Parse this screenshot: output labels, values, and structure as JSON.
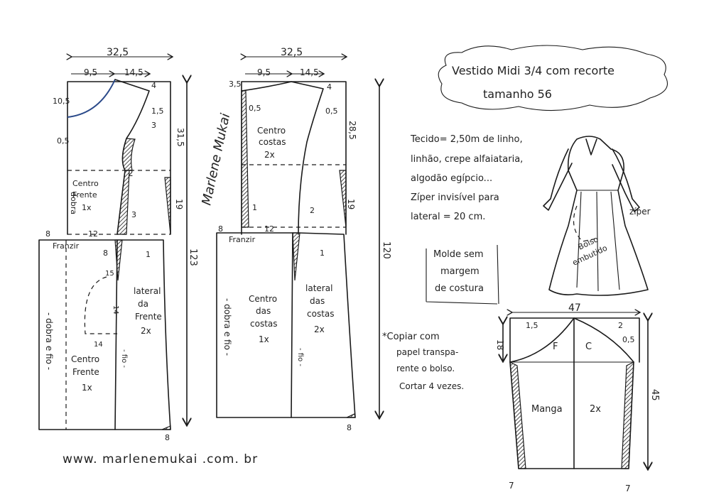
{
  "title": {
    "line1": "Vestido Midi 3/4 com recorte",
    "line2": "tamanho 56"
  },
  "notes": {
    "fabric": [
      "Tecido= 2,50m de linho,",
      "linhão, crepe alfaiataria,",
      "algodão egípcio...",
      "Zíper invisível para",
      "lateral = 20 cm."
    ],
    "seam": [
      "Molde sem",
      "margem",
      "de costura"
    ],
    "copy": [
      "*Copiar com",
      "papel transpa-",
      "rente o bolso.",
      "Cortar 4 vezes."
    ]
  },
  "website": "www. marlenemukai .com. br",
  "signature": "Marlene Mukai",
  "front": {
    "top_width": "32,5",
    "neck_w": "9,5",
    "shoulder_w": "14,5",
    "neck_h": "10,5",
    "d4": "4",
    "d15": "1,5",
    "d3": "3",
    "d05": "0,5",
    "armhole_h": "31,5",
    "d2": "2",
    "bodice_h": "19",
    "center_label": [
      "Centro",
      "Frente",
      "1x"
    ],
    "dobra_upper": "dobra",
    "d8": "8",
    "d12": "12",
    "franzir": "Franzir",
    "d3b": "3",
    "d1": "1",
    "total_h": "123",
    "pocket_8": "8",
    "pocket_15": "15",
    "pocket_14": "14",
    "pocket_14b": "14",
    "lateral_label": [
      "lateral",
      "da",
      "Frente",
      "2x"
    ],
    "dobra_fio": "- dobra e fio -",
    "fio": "- fio -",
    "skirt_label": [
      "Centro",
      "Frente",
      "1x"
    ],
    "hem_8": "8"
  },
  "back": {
    "top_width": "32,5",
    "neck_w": "9,5",
    "shoulder_w": "14,5",
    "d35": "3,5",
    "d4": "4",
    "d05": "0,5",
    "d05b": "0,5",
    "armhole_h": "28,5",
    "center_label": [
      "Centro",
      "costas",
      "2x"
    ],
    "bodice_h": "19",
    "d1": "1",
    "d2": "2",
    "d8": "8",
    "d12": "12",
    "franzir": "Franzir",
    "d1b": "1",
    "total_h": "120",
    "skirt_label": [
      "Centro",
      "das",
      "costas",
      "1x"
    ],
    "lateral_label": [
      "lateral",
      "das",
      "costas",
      "2x"
    ],
    "dobra_fio": "- dobra e fio -",
    "fio": "- fio -",
    "hem_8": "8"
  },
  "sleeve": {
    "top_width": "47",
    "cap_h": "18",
    "d15": "1,5",
    "d2": "2",
    "d05": "0,5",
    "f": "F",
    "c": "C",
    "label": "Manga",
    "qty": "2x",
    "length": "45",
    "hem_left": "7",
    "hem_right": "7"
  },
  "dress": {
    "zip": "zíper",
    "pocket": [
      "Bolso",
      "embutido"
    ]
  }
}
